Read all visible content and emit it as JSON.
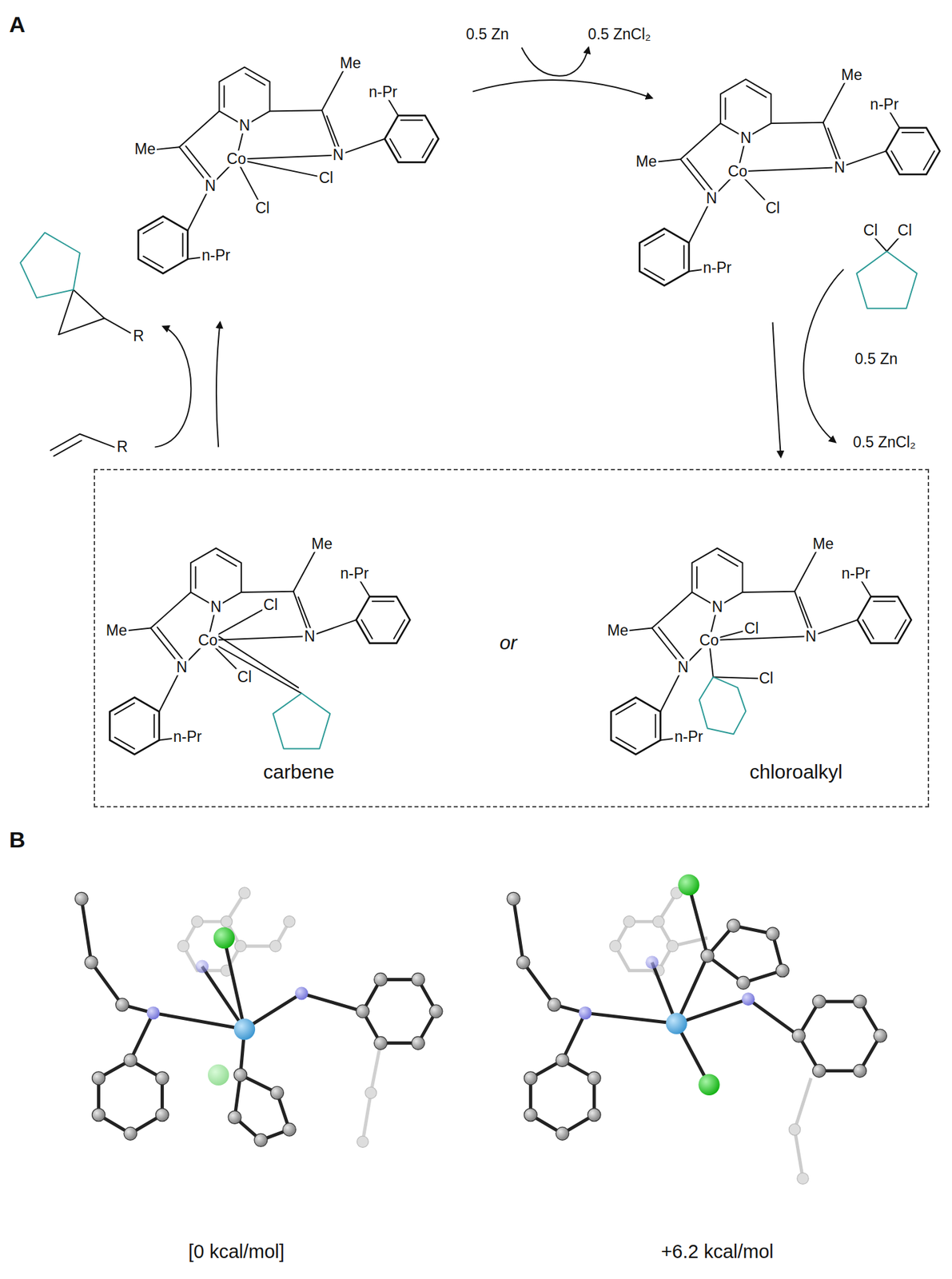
{
  "diagram": {
    "nodes": [
      {
        "text": [
          "carbene",
          "or",
          "chloroalkyl"
        ]
      }
    ],
    "labels": [
      "A",
      "0.5 Zn",
      "0.5 ZnCl₂",
      "Me",
      "n-Pr",
      "N",
      "N",
      "Co",
      "Me",
      "N",
      "n-Pr",
      "Cl",
      "Cl",
      "Me",
      "n-Pr",
      "N",
      "N",
      "Co",
      "Me",
      "N",
      "n-Pr",
      "Cl",
      "Cl",
      "Cl",
      "0.5 Zn",
      "0.5 ZnCl₂",
      "R",
      "R",
      "Me",
      "n-Pr",
      "N",
      "N",
      "Co",
      "Me",
      "N",
      "n-Pr",
      "Cl",
      "Cl",
      "Me",
      "n-Pr",
      "N",
      "N",
      "Co",
      "Me",
      "N",
      "n-Pr",
      "Cl",
      "Cl",
      "B",
      "[0 kcal/mol]",
      "+6.2 kcal/mol"
    ]
  }
}
